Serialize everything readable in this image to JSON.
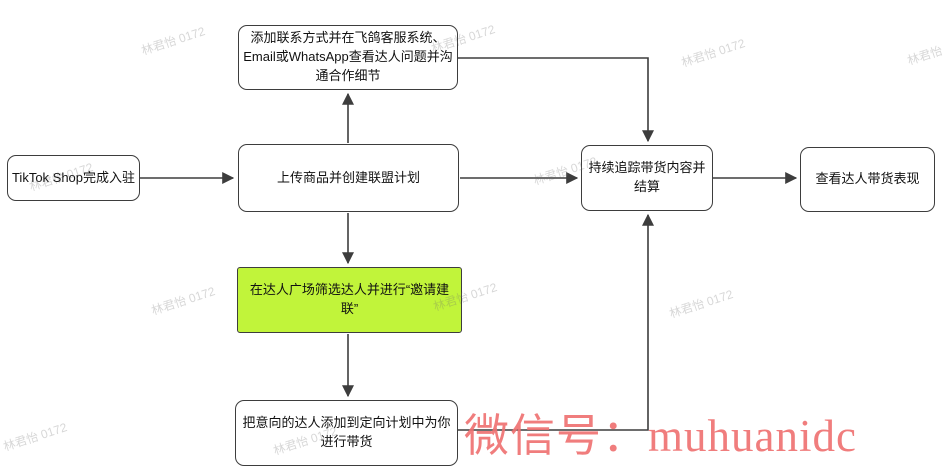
{
  "diagram": {
    "nodes": {
      "start": {
        "label": "TikTok Shop完成入驻"
      },
      "contact": {
        "label": "添加联系方式并在飞鸽客服系统、\nEmail或WhatsApp查看达人问题并沟\n通合作细节"
      },
      "upload": {
        "label": "上传商品并创建联盟计划"
      },
      "invite": {
        "label": "在达人广场筛选达人并进行“邀请建\n联”"
      },
      "target": {
        "label": "把意向的达人添加到定向计划中为你\n进行带货"
      },
      "track": {
        "label": "持续追踪带货内容并\n结算"
      },
      "review": {
        "label": "查看达人带货表现"
      }
    },
    "colors": {
      "highlight_fill": "#c1f43a",
      "connector_stroke": "#3d3d3d",
      "red_watermark": "#ef7070"
    },
    "watermarks": {
      "gray_text": "林君怡 0172",
      "red_text": "微信号：muhuanidc"
    }
  }
}
